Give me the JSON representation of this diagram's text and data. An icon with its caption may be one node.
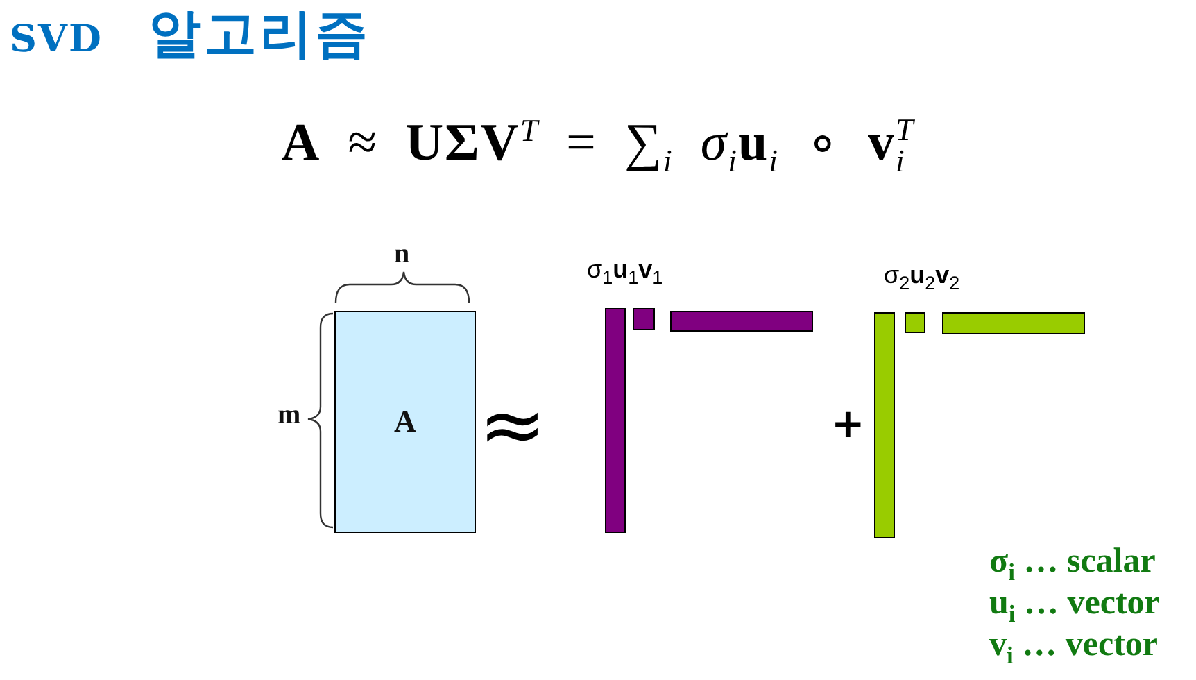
{
  "diagram": {
    "title": "SVD 알고리즘",
    "nodes": [
      {
        "text": [
          "A"
        ]
      },
      {
        "text": [],
        "shape": "bar"
      },
      {
        "text": [],
        "shape": "box"
      },
      {
        "text": [],
        "shape": "bar"
      },
      {
        "text": [],
        "shape": "bar"
      },
      {
        "text": [],
        "shape": "box"
      },
      {
        "text": [],
        "shape": "bar"
      }
    ],
    "edges": [],
    "labels": [
      "**A** ≈ **UΣV**$^{T}$ = ∑$_{i}$ *σ*$_{i}$**u**$_{i}$ ∘ **v**$_{i}$$^{T}$",
      "n",
      "σ$_{1}$**u**$_{1}$**v**$_{1}$",
      "σ$_{2}$**u**$_{2}$**v**$_{2}$",
      "m",
      "≈",
      "+",
      "σ$_{i}$ … scalar",
      "u$_{i}$ … vector",
      "v$_{i}$ … vector"
    ]
  }
}
